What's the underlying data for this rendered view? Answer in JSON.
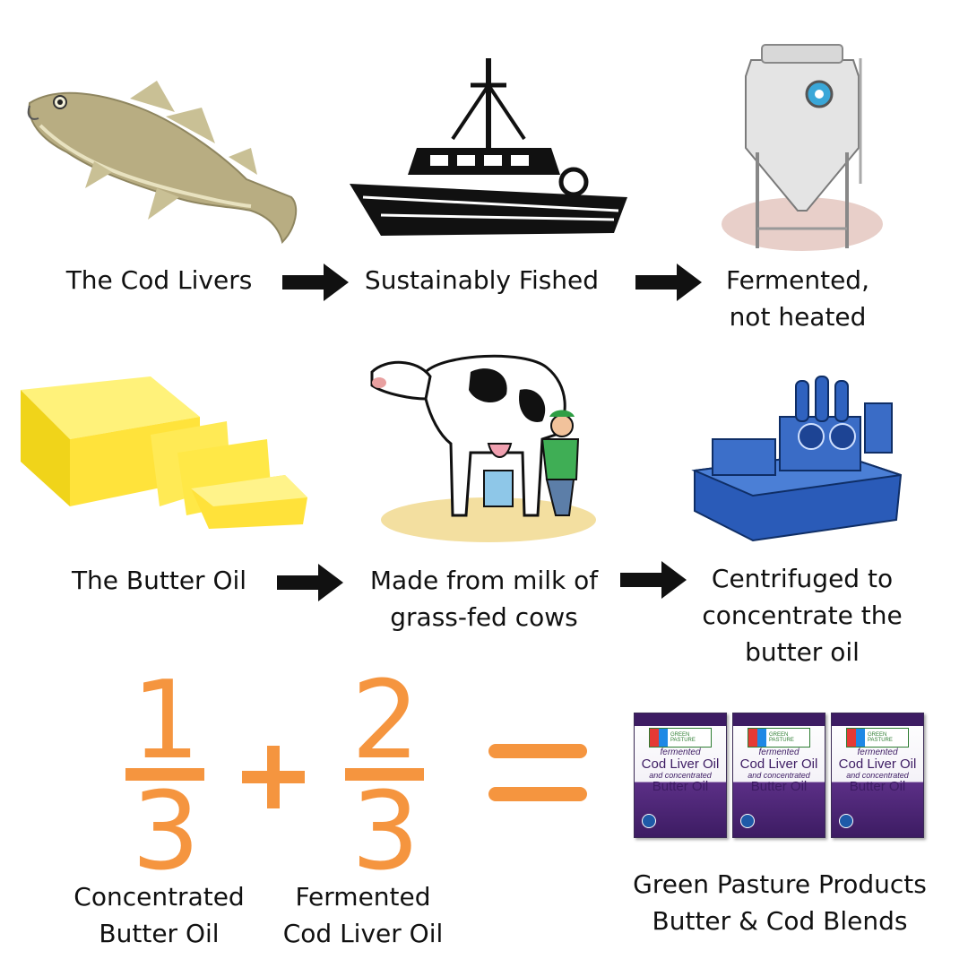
{
  "row1": {
    "cod_livers": "The Cod Livers",
    "fished": "Sustainably Fished",
    "fermented": [
      "Fermented,",
      "not heated"
    ]
  },
  "row2": {
    "butter_oil": "The Butter Oil",
    "milk": [
      "Made from milk of",
      "grass-fed cows"
    ],
    "centrifuged": [
      "Centrifuged to",
      "concentrate the",
      "butter oil"
    ]
  },
  "equation": {
    "frac1": {
      "numerator": "1",
      "denominator": "3",
      "label": [
        "Concentrated",
        "Butter Oil"
      ]
    },
    "plus": "+",
    "frac2": {
      "numerator": "2",
      "denominator": "3",
      "label": [
        "Fermented",
        "Cod Liver Oil"
      ]
    },
    "result_label": [
      "Green Pasture Products",
      "Butter & Cod Blends"
    ]
  },
  "product_box": {
    "brand": "GREEN PASTURE",
    "line1": "fermented",
    "line2": "Cod Liver Oil",
    "line3": "and concentrated",
    "line4": "Butter Oil"
  },
  "colors": {
    "accent": "#f5953f",
    "text": "#111111",
    "box_purple": "#3d1c63"
  },
  "icons": [
    "cod-fish-icon",
    "fishing-boat-icon",
    "fermentation-tank-icon",
    "butter-block-icon",
    "cow-milking-icon",
    "centrifuge-machine-icon",
    "arrow-right-icon"
  ]
}
